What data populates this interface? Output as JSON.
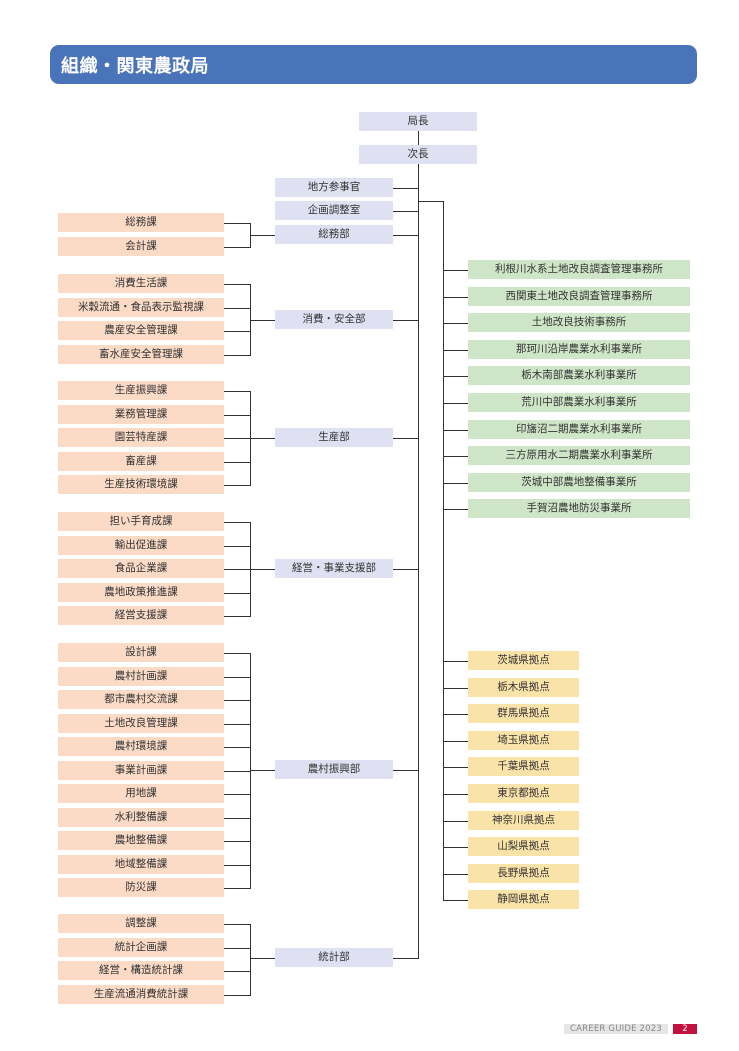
{
  "header": {
    "title": "組織・関東農政局"
  },
  "top": {
    "director": "局長",
    "deputy": "次長"
  },
  "staff": [
    "地方参事官",
    "企画調整室"
  ],
  "departments": [
    {
      "name": "総務部",
      "sections": [
        "総務課",
        "会計課"
      ]
    },
    {
      "name": "消費・安全部",
      "sections": [
        "消費生活課",
        "米穀流通・食品表示監視課",
        "農産安全管理課",
        "畜水産安全管理課"
      ]
    },
    {
      "name": "生産部",
      "sections": [
        "生産振興課",
        "業務管理課",
        "園芸特産課",
        "畜産課",
        "生産技術環境課"
      ]
    },
    {
      "name": "経営・事業支援部",
      "sections": [
        "担い手育成課",
        "輸出促進課",
        "食品企業課",
        "農地政策推進課",
        "経営支援課"
      ]
    },
    {
      "name": "農村振興部",
      "sections": [
        "設計課",
        "農村計画課",
        "都市農村交流課",
        "土地改良管理課",
        "農村環境課",
        "事業計画課",
        "用地課",
        "水利整備課",
        "農地整備課",
        "地域整備課",
        "防災課"
      ]
    },
    {
      "name": "統計部",
      "sections": [
        "調整課",
        "統計企画課",
        "経営・構造統計課",
        "生産流通消費統計課"
      ]
    }
  ],
  "offices": [
    "利根川水系土地改良調査管理事務所",
    "西関東土地改良調査管理事務所",
    "土地改良技術事務所",
    "那珂川沿岸農業水利事業所",
    "栃木南部農業水利事業所",
    "荒川中部農業水利事業所",
    "印旛沼二期農業水利事業所",
    "三方原用水二期農業水利事業所",
    "茨城中部農地整備事業所",
    "手賀沼農地防災事業所"
  ],
  "prefecture_bases": [
    "茨城県拠点",
    "栃木県拠点",
    "群馬県拠点",
    "埼玉県拠点",
    "千葉県拠点",
    "東京都拠点",
    "神奈川県拠点",
    "山梨県拠点",
    "長野県拠点",
    "静岡県拠点"
  ],
  "footer": {
    "guide": "CAREER GUIDE 2023",
    "page": "2"
  },
  "colors": {
    "header": "#4a74b9",
    "top_level": "#dfe1f2",
    "section": "#fbdac6",
    "office": "#cfe5c8",
    "prefecture_base": "#fae3a9",
    "page_badge": "#c4123f"
  }
}
